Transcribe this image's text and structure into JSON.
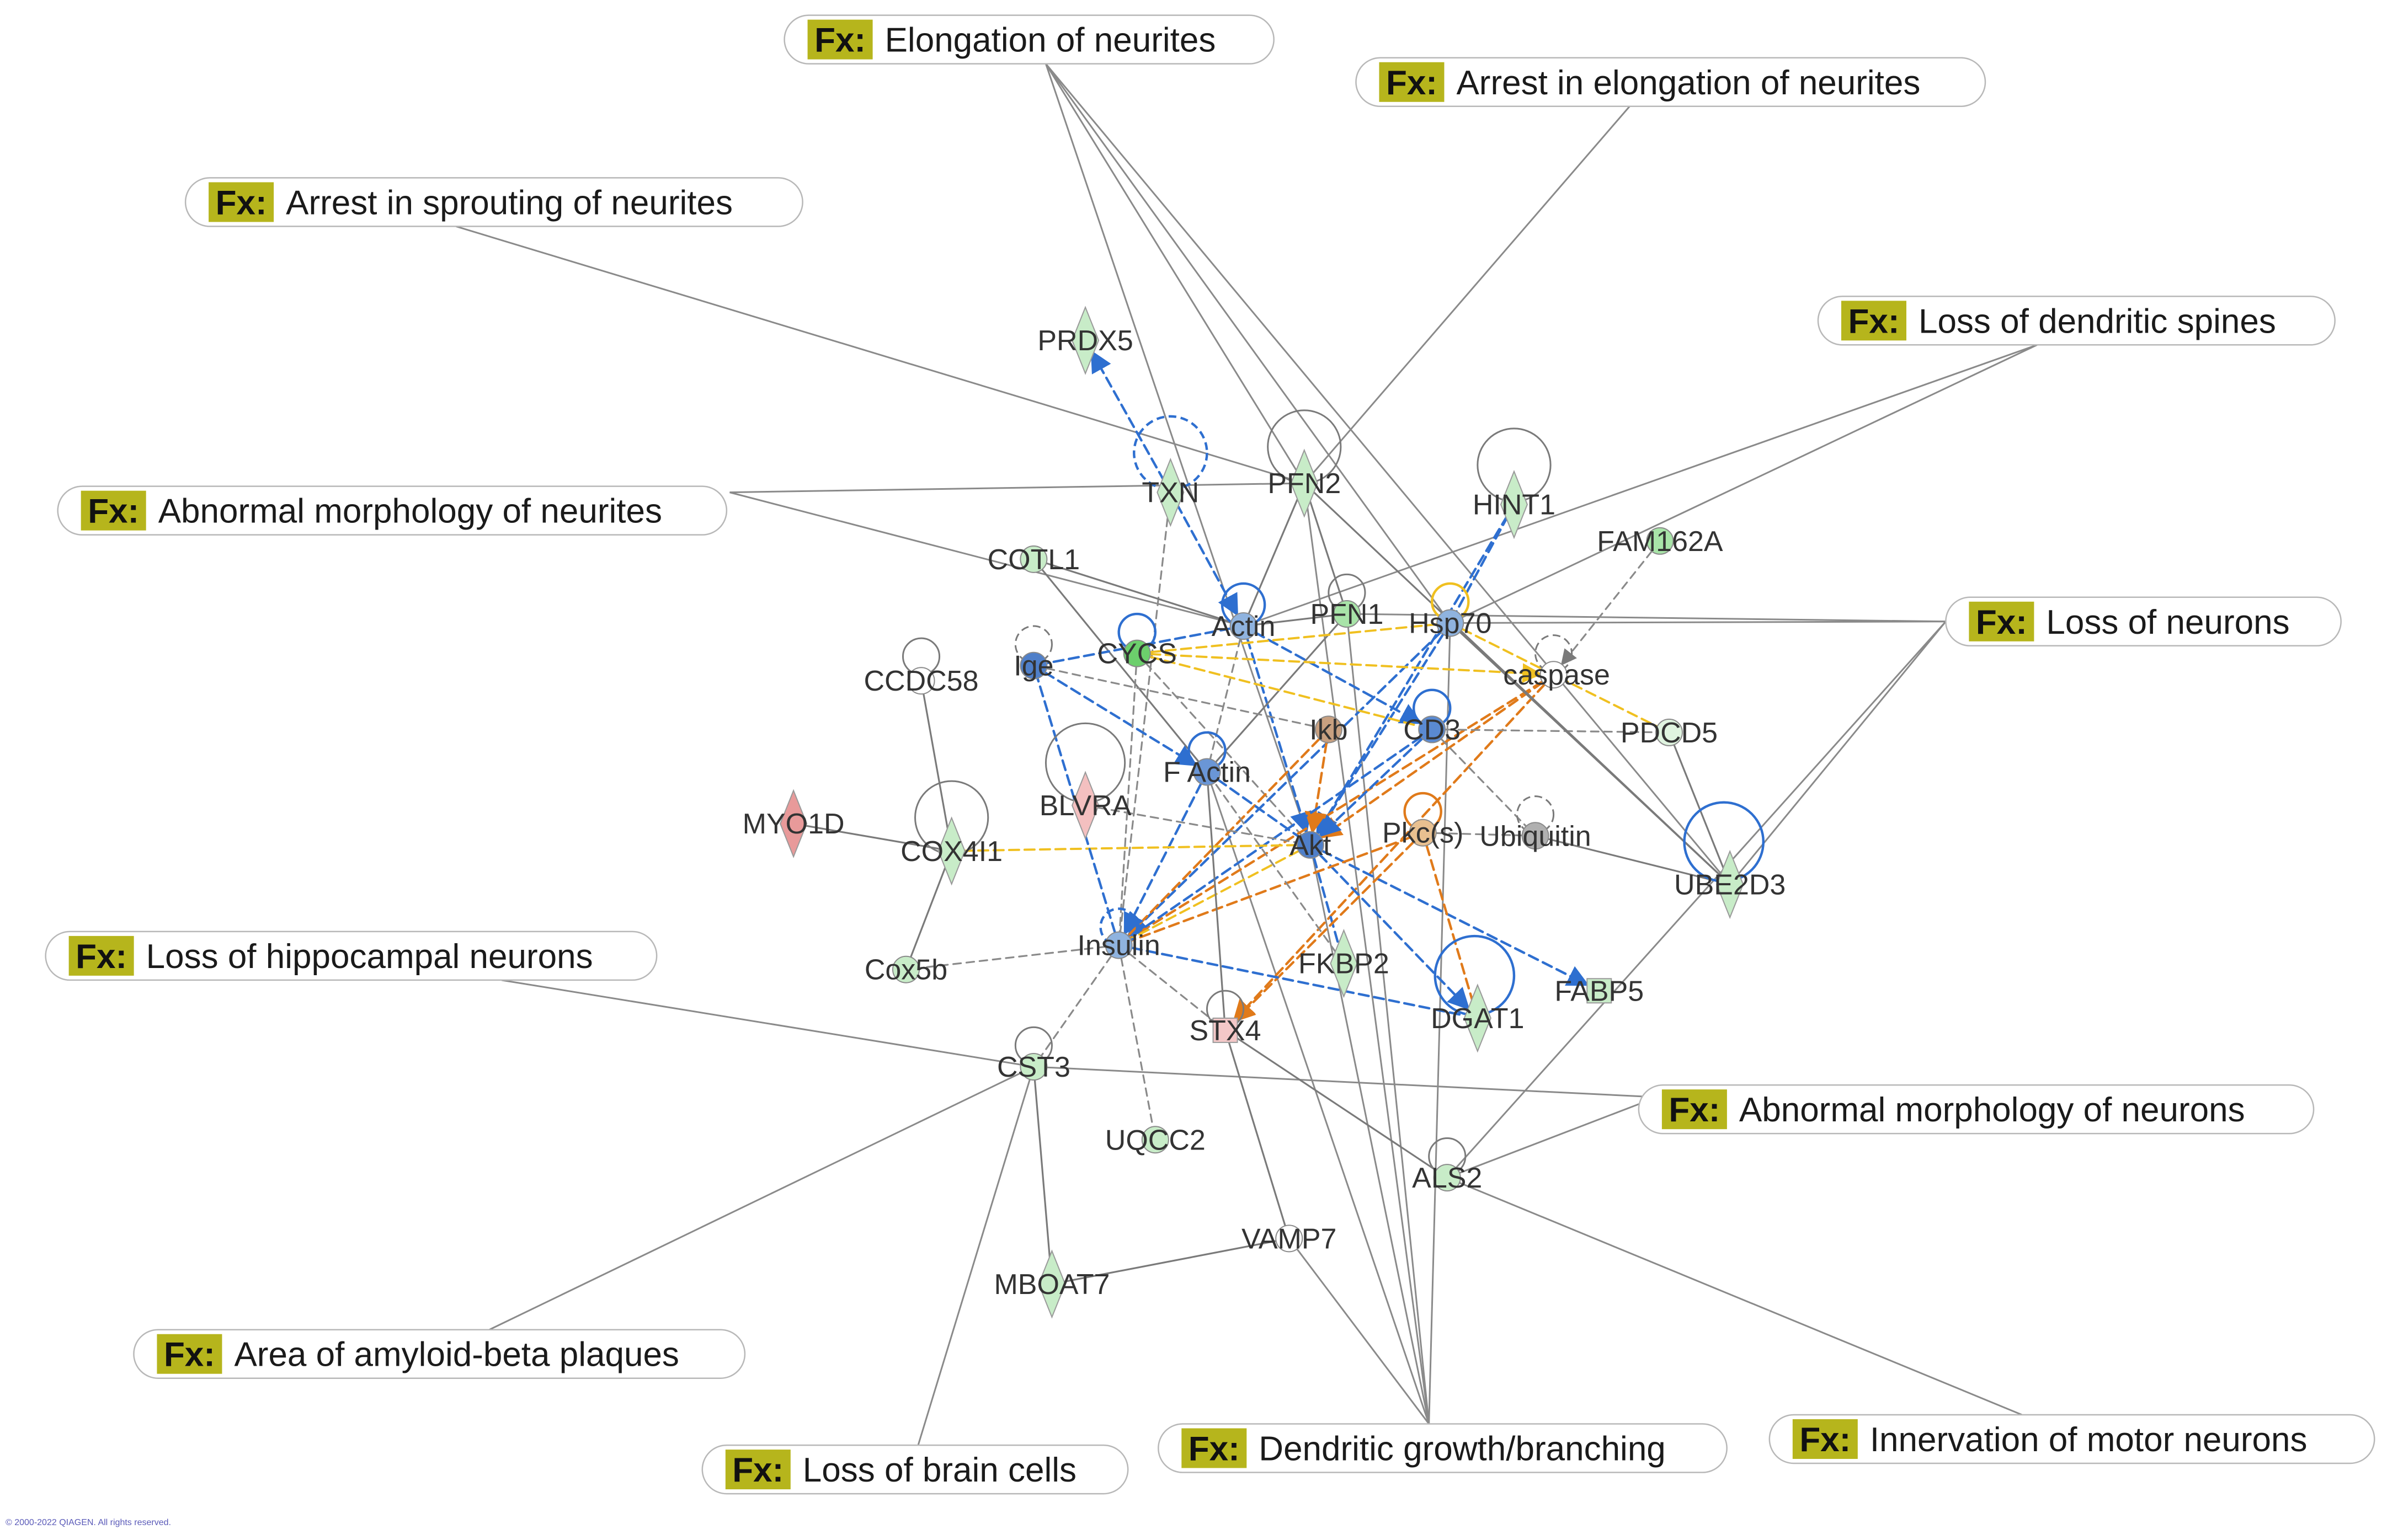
{
  "functions": [
    {
      "id": "f1",
      "label": "Elongation of neurites"
    },
    {
      "id": "f2",
      "label": "Arrest in elongation of neurites"
    },
    {
      "id": "f3",
      "label": "Arrest in sprouting of neurites"
    },
    {
      "id": "f4",
      "label": "Loss of dendritic spines"
    },
    {
      "id": "f5",
      "label": "Abnormal morphology of neurites"
    },
    {
      "id": "f6",
      "label": "Loss of neurons"
    },
    {
      "id": "f7",
      "label": "Loss of hippocampal neurons"
    },
    {
      "id": "f8",
      "label": "Abnormal morphology of neurons"
    },
    {
      "id": "f9",
      "label": "Area of amyloid-beta plaques"
    },
    {
      "id": "f10",
      "label": "Loss of brain cells"
    },
    {
      "id": "f11",
      "label": "Dendritic growth/branching"
    },
    {
      "id": "f12",
      "label": "Innervation of motor neurons"
    }
  ],
  "fx_tag": "Fx:",
  "nodes": [
    {
      "id": "PRDX5",
      "label": "PRDX5",
      "shape": "diamond",
      "color": "#c8ecc8"
    },
    {
      "id": "TXN",
      "label": "TXN",
      "shape": "diamond",
      "color": "#c8ecc8"
    },
    {
      "id": "PFN2",
      "label": "PFN2",
      "shape": "diamond",
      "color": "#c8ecc8"
    },
    {
      "id": "HINT1",
      "label": "HINT1",
      "shape": "diamond",
      "color": "#c8ecc8"
    },
    {
      "id": "FAM162A",
      "label": "FAM162A",
      "shape": "circle",
      "color": "#a8e4a8"
    },
    {
      "id": "COTL1",
      "label": "COTL1",
      "shape": "circle",
      "color": "#c8ecc8"
    },
    {
      "id": "Actin",
      "label": "Actin",
      "shape": "circle",
      "color": "#8fb3df"
    },
    {
      "id": "PFN1",
      "label": "PFN1",
      "shape": "circle",
      "color": "#a8e4a8"
    },
    {
      "id": "Hsp70",
      "label": "Hsp70",
      "shape": "circle",
      "color": "#8fb3df"
    },
    {
      "id": "CCDC58",
      "label": "CCDC58",
      "shape": "circle",
      "color": "#ffffff"
    },
    {
      "id": "Ige",
      "label": "Ige",
      "shape": "circle",
      "color": "#4f7fc9"
    },
    {
      "id": "CYCS",
      "label": "CYCS",
      "shape": "circle",
      "color": "#6ccf6c"
    },
    {
      "id": "caspase",
      "label": "caspase",
      "shape": "circle",
      "color": "#ffffff"
    },
    {
      "id": "Ikb",
      "label": "Ikb",
      "shape": "circle",
      "color": "#c8a080"
    },
    {
      "id": "CD3",
      "label": "CD3",
      "shape": "circle",
      "color": "#5a8ad2"
    },
    {
      "id": "PDCD5",
      "label": "PDCD5",
      "shape": "circle",
      "color": "#e0f4e0"
    },
    {
      "id": "MYO1D",
      "label": "MYO1D",
      "shape": "diamond",
      "color": "#e89a9a"
    },
    {
      "id": "FActin",
      "label": "F Actin",
      "shape": "circle",
      "color": "#6a96d6"
    },
    {
      "id": "BLVRA",
      "label": "BLVRA",
      "shape": "diamond",
      "color": "#f4c0c0"
    },
    {
      "id": "COX4I1",
      "label": "COX4I1",
      "shape": "diamond",
      "color": "#c8ecc8"
    },
    {
      "id": "Akt",
      "label": "Akt",
      "shape": "circle",
      "color": "#4f7fc9"
    },
    {
      "id": "Pkc",
      "label": "Pkc(s)",
      "shape": "circle",
      "color": "#e8c090"
    },
    {
      "id": "Ubiquitin",
      "label": "Ubiquitin",
      "shape": "circle",
      "color": "#b0b0b0"
    },
    {
      "id": "UBE2D3",
      "label": "UBE2D3",
      "shape": "diamond",
      "color": "#c8ecc8"
    },
    {
      "id": "Insulin",
      "label": "Insulin",
      "shape": "circle",
      "color": "#8fb3df"
    },
    {
      "id": "Cox5b",
      "label": "Cox5b",
      "shape": "circle",
      "color": "#c8ecc8"
    },
    {
      "id": "FKBP2",
      "label": "FKBP2",
      "shape": "diamond",
      "color": "#c8ecc8"
    },
    {
      "id": "FABP5",
      "label": "FABP5",
      "shape": "square",
      "color": "#c8ecc8"
    },
    {
      "id": "DGAT1",
      "label": "DGAT1",
      "shape": "diamond",
      "color": "#c8ecc8"
    },
    {
      "id": "STX4",
      "label": "STX4",
      "shape": "square",
      "color": "#f4c8c8"
    },
    {
      "id": "CST3",
      "label": "CST3",
      "shape": "circle",
      "color": "#c8ecc8"
    },
    {
      "id": "UQCC2",
      "label": "UQCC2",
      "shape": "circle",
      "color": "#c8ecc8"
    },
    {
      "id": "ALS2",
      "label": "ALS2",
      "shape": "circle",
      "color": "#c8ecc8"
    },
    {
      "id": "VAMP7",
      "label": "VAMP7",
      "shape": "circle",
      "color": "#ffffff"
    },
    {
      "id": "MBOAT7",
      "label": "MBOAT7",
      "shape": "diamond",
      "color": "#c8ecc8"
    }
  ],
  "self_loops": [
    "TXN",
    "PFN2",
    "HINT1",
    "Actin",
    "PFN1",
    "Hsp70",
    "CCDC58",
    "Ige",
    "CYCS",
    "caspase",
    "CD3",
    "FActin",
    "BLVRA",
    "COX4I1",
    "Pkc",
    "Ubiquitin",
    "UBE2D3",
    "Insulin",
    "DGAT1",
    "STX4",
    "CST3",
    "ALS2"
  ],
  "function_links": [
    [
      "f1",
      "PFN2"
    ],
    [
      "f1",
      "Hsp70"
    ],
    [
      "f1",
      "UBE2D3"
    ],
    [
      "f1",
      "Akt"
    ],
    [
      "f2",
      "PFN2"
    ],
    [
      "f3",
      "PFN2"
    ],
    [
      "f4",
      "Hsp70"
    ],
    [
      "f4",
      "Actin"
    ],
    [
      "f5",
      "PFN2"
    ],
    [
      "f5",
      "Actin"
    ],
    [
      "f6",
      "Hsp70"
    ],
    [
      "f6",
      "PFN1"
    ],
    [
      "f6",
      "UBE2D3"
    ],
    [
      "f6",
      "ALS2"
    ],
    [
      "f7",
      "CST3"
    ],
    [
      "f8",
      "CST3"
    ],
    [
      "f8",
      "ALS2"
    ],
    [
      "f9",
      "CST3"
    ],
    [
      "f10",
      "CST3"
    ],
    [
      "f11",
      "PFN2"
    ],
    [
      "f11",
      "PFN1"
    ],
    [
      "f11",
      "Akt"
    ],
    [
      "f11",
      "VAMP7"
    ],
    [
      "f11",
      "FActin"
    ],
    [
      "f11",
      "Hsp70"
    ],
    [
      "f12",
      "ALS2"
    ]
  ],
  "edges": [
    {
      "a": "TXN",
      "b": "PRDX5",
      "style": "blue-dash",
      "arrow": true
    },
    {
      "a": "TXN",
      "b": "Actin",
      "style": "blue-dash",
      "arrow": true
    },
    {
      "a": "TXN",
      "b": "Insulin",
      "style": "gray-dash",
      "arrow": false
    },
    {
      "a": "HINT1",
      "b": "Akt",
      "style": "blue-dash",
      "arrow": true
    },
    {
      "a": "HINT1",
      "b": "Hsp70",
      "style": "blue-dash",
      "arrow": false
    },
    {
      "a": "FAM162A",
      "b": "caspase",
      "style": "gray-dash",
      "arrow": true
    },
    {
      "a": "COTL1",
      "b": "Actin",
      "style": "gray",
      "arrow": false
    },
    {
      "a": "COTL1",
      "b": "FActin",
      "style": "gray",
      "arrow": false
    },
    {
      "a": "Actin",
      "b": "Ige",
      "style": "blue-dash",
      "arrow": false
    },
    {
      "a": "Actin",
      "b": "Akt",
      "style": "blue-dash",
      "arrow": true
    },
    {
      "a": "Actin",
      "b": "CD3",
      "style": "blue-dash",
      "arrow": true
    },
    {
      "a": "Actin",
      "b": "FActin",
      "style": "gray-dash",
      "arrow": false
    },
    {
      "a": "PFN1",
      "b": "Actin",
      "style": "gray",
      "arrow": false
    },
    {
      "a": "PFN1",
      "b": "FActin",
      "style": "gray",
      "arrow": false
    },
    {
      "a": "Hsp70",
      "b": "Insulin",
      "style": "blue-dash",
      "arrow": true
    },
    {
      "a": "Hsp70",
      "b": "CYCS",
      "style": "yellow-dash",
      "arrow": false
    },
    {
      "a": "Hsp70",
      "b": "Akt",
      "style": "blue-dash",
      "arrow": true
    },
    {
      "a": "Hsp70",
      "b": "PDCD5",
      "style": "yellow-dash",
      "arrow": false
    },
    {
      "a": "Ige",
      "b": "FActin",
      "style": "blue-dash",
      "arrow": true
    },
    {
      "a": "Ige",
      "b": "Ikb",
      "style": "gray-dash",
      "arrow": false
    },
    {
      "a": "CYCS",
      "b": "CD3",
      "style": "yellow-dash",
      "arrow": false
    },
    {
      "a": "CYCS",
      "b": "caspase",
      "style": "yellow-dash",
      "arrow": true
    },
    {
      "a": "CYCS",
      "b": "Insulin",
      "style": "gray-dash",
      "arrow": false
    },
    {
      "a": "CYCS",
      "b": "Akt",
      "style": "gray-dash",
      "arrow": false
    },
    {
      "a": "caspase",
      "b": "Akt",
      "style": "orange-dash",
      "arrow": true
    },
    {
      "a": "caspase",
      "b": "Insulin",
      "style": "orange-dash",
      "arrow": false
    },
    {
      "a": "caspase",
      "b": "STX4",
      "style": "orange-dash",
      "arrow": true
    },
    {
      "a": "Ikb",
      "b": "Insulin",
      "style": "orange-dash",
      "arrow": false
    },
    {
      "a": "Ikb",
      "b": "Akt",
      "style": "orange-dash",
      "arrow": true
    },
    {
      "a": "CD3",
      "b": "Insulin",
      "style": "blue-dash",
      "arrow": false
    },
    {
      "a": "CD3",
      "b": "Akt",
      "style": "blue-dash",
      "arrow": true
    },
    {
      "a": "CD3",
      "b": "Ubiquitin",
      "style": "gray-dash",
      "arrow": false
    },
    {
      "a": "CD3",
      "b": "PDCD5",
      "style": "gray-dash",
      "arrow": false
    },
    {
      "a": "FActin",
      "b": "Insulin",
      "style": "blue-dash",
      "arrow": true
    },
    {
      "a": "FActin",
      "b": "Akt",
      "style": "blue-dash",
      "arrow": false
    },
    {
      "a": "Akt",
      "b": "Insulin",
      "style": "yellow-dash",
      "arrow": false
    },
    {
      "a": "Akt",
      "b": "FABP5",
      "style": "blue-dash",
      "arrow": true
    },
    {
      "a": "Akt",
      "b": "DGAT1",
      "style": "blue-dash",
      "arrow": true
    },
    {
      "a": "Akt",
      "b": "FKBP2",
      "style": "blue-dash",
      "arrow": false
    },
    {
      "a": "Akt",
      "b": "COX4I1",
      "style": "yellow-dash",
      "arrow": false
    },
    {
      "a": "Pkc",
      "b": "Insulin",
      "style": "orange-dash",
      "arrow": false
    },
    {
      "a": "Pkc",
      "b": "STX4",
      "style": "orange-dash",
      "arrow": true
    },
    {
      "a": "Pkc",
      "b": "Ubiquitin",
      "style": "gray-dash",
      "arrow": false
    },
    {
      "a": "Pkc",
      "b": "DGAT1",
      "style": "orange-dash",
      "arrow": false
    },
    {
      "a": "Ubiquitin",
      "b": "UBE2D3",
      "style": "gray",
      "arrow": false
    },
    {
      "a": "Insulin",
      "b": "Cox5b",
      "style": "gray-dash",
      "arrow": false
    },
    {
      "a": "Insulin",
      "b": "CST3",
      "style": "gray-dash",
      "arrow": false
    },
    {
      "a": "Insulin",
      "b": "UQCC2",
      "style": "gray-dash",
      "arrow": false
    },
    {
      "a": "Insulin",
      "b": "STX4",
      "style": "gray-dash",
      "arrow": false
    },
    {
      "a": "Insulin",
      "b": "DGAT1",
      "style": "blue-dash",
      "arrow": false
    },
    {
      "a": "Insulin",
      "b": "Ige",
      "style": "blue-dash",
      "arrow": false
    },
    {
      "a": "FKBP2",
      "b": "FActin",
      "style": "gray-dash",
      "arrow": false
    },
    {
      "a": "COX4I1",
      "b": "Cox5b",
      "style": "gray",
      "arrow": false
    },
    {
      "a": "COX4I1",
      "b": "CCDC58",
      "style": "gray",
      "arrow": false
    },
    {
      "a": "MYO1D",
      "b": "COX4I1",
      "style": "gray",
      "arrow": false
    },
    {
      "a": "BLVRA",
      "b": "Akt",
      "style": "gray-dash",
      "arrow": false
    },
    {
      "a": "STX4",
      "b": "VAMP7",
      "style": "gray",
      "arrow": false
    },
    {
      "a": "STX4",
      "b": "ALS2",
      "style": "gray",
      "arrow": false
    },
    {
      "a": "STX4",
      "b": "FActin",
      "style": "gray",
      "arrow": false
    },
    {
      "a": "PFN2",
      "b": "Actin",
      "style": "gray",
      "arrow": false
    },
    {
      "a": "PFN2",
      "b": "PFN1",
      "style": "gray",
      "arrow": false
    },
    {
      "a": "PFN2",
      "b": "UBE2D3",
      "style": "gray",
      "arrow": false
    },
    {
      "a": "CST3",
      "b": "MBOAT7",
      "style": "gray",
      "arrow": false
    },
    {
      "a": "MBOAT7",
      "b": "VAMP7",
      "style": "gray",
      "arrow": false
    },
    {
      "a": "PDCD5",
      "b": "UBE2D3",
      "style": "gray",
      "arrow": false
    },
    {
      "a": "Hsp70",
      "b": "UBE2D3",
      "style": "gray",
      "arrow": false
    }
  ],
  "colors": {
    "fx_tag": "#b6b51c",
    "blue": "#2e6fd0",
    "orange": "#e07a1a",
    "yellow": "#f0c020",
    "gray": "#7a7a7a"
  },
  "copyright": "© 2000-2022 QIAGEN. All rights reserved."
}
